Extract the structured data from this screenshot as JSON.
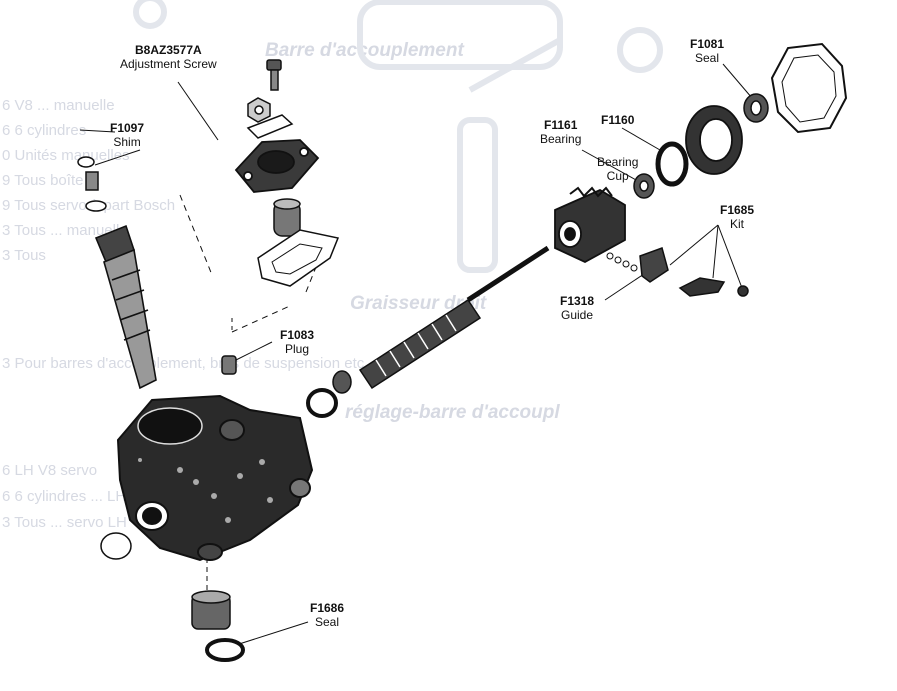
{
  "colors": {
    "ink": "#111111",
    "paper": "#ffffff",
    "ghost_text": "#d6d9e2",
    "part_fill": "#2a2a2a"
  },
  "background_text": {
    "heading_1": "Barre d'accouplement",
    "heading_2": "Graisseur droit",
    "heading_3": "réglage-barre d'accoupl",
    "rows_top": [
      "6   V8 ... manuelle",
      "6   6 cylindres",
      "0   Unités manuelles",
      "9   Tous boîte ... ",
      "9   Tous servo à part Bosch",
      "3   Tous ... manuelle",
      "3   Tous"
    ],
    "row_mid": "3   Pour barres d'accouplement, bras de suspension etc.",
    "rows_bottom": [
      "6   LH V8 servo",
      "6   6 cylindres ... LH",
      "3   Tous ... servo LH"
    ]
  },
  "callouts": [
    {
      "id": "b8az3577a",
      "number": "B8AZ3577A",
      "name": "Adjustment Screw"
    },
    {
      "id": "f1097",
      "number": "F1097",
      "name": "Shim"
    },
    {
      "id": "f1083",
      "number": "F1083",
      "name": "Plug"
    },
    {
      "id": "f1081",
      "number": "F1081",
      "name": "Seal"
    },
    {
      "id": "f1160",
      "number": "F1160",
      "name": "Bearing\nCup"
    },
    {
      "id": "f1161",
      "number": "F1161",
      "name": "Bearing"
    },
    {
      "id": "f1685",
      "number": "F1685",
      "name": "Kit"
    },
    {
      "id": "f1318",
      "number": "F1318",
      "name": "Guide"
    },
    {
      "id": "f1686",
      "number": "F1686",
      "name": "Seal"
    }
  ]
}
